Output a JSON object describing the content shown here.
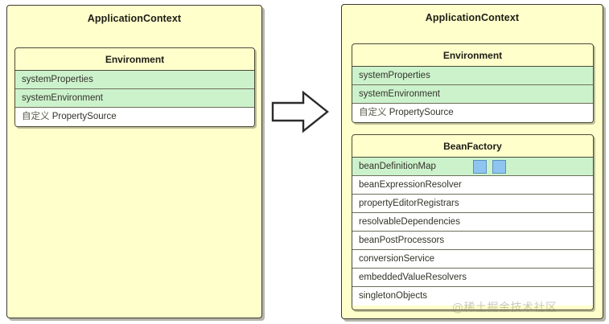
{
  "diagram": {
    "title_left": "ApplicationContext",
    "title_right": "ApplicationContext",
    "arrow_icon": "right-arrow-icon",
    "watermark": "@稀土掘金技术社区",
    "colors": {
      "container_fill": "#FFFFCC",
      "row_highlight": "#CCF2CC",
      "row_plain": "#FFFFFF",
      "chip_fill": "#8EC5F0",
      "chip_border": "#5F90B8",
      "border": "#4A4A38"
    }
  },
  "left": {
    "title": "ApplicationContext",
    "environment": {
      "title": "Environment",
      "rows": [
        {
          "label": "systemProperties",
          "state": "green"
        },
        {
          "label": "systemEnvironment",
          "state": "green"
        },
        {
          "label": "自定义 PropertySource",
          "state": "white"
        }
      ]
    }
  },
  "right": {
    "title": "ApplicationContext",
    "environment": {
      "title": "Environment",
      "rows": [
        {
          "label": "systemProperties",
          "state": "green"
        },
        {
          "label": "systemEnvironment",
          "state": "green"
        },
        {
          "label": "自定义 PropertySource",
          "state": "white"
        }
      ]
    },
    "beanfactory": {
      "title": "BeanFactory",
      "rows": [
        {
          "label": "beanDefinitionMap",
          "state": "green",
          "chips": 2
        },
        {
          "label": "beanExpressionResolver",
          "state": "white",
          "chips": 0
        },
        {
          "label": "propertyEditorRegistrars",
          "state": "white",
          "chips": 0
        },
        {
          "label": "resolvableDependencies",
          "state": "white",
          "chips": 0
        },
        {
          "label": "beanPostProcessors",
          "state": "white",
          "chips": 0
        },
        {
          "label": "conversionService",
          "state": "white",
          "chips": 0
        },
        {
          "label": "embeddedValueResolvers",
          "state": "white",
          "chips": 0
        },
        {
          "label": "singletonObjects",
          "state": "white",
          "chips": 0
        }
      ]
    }
  }
}
